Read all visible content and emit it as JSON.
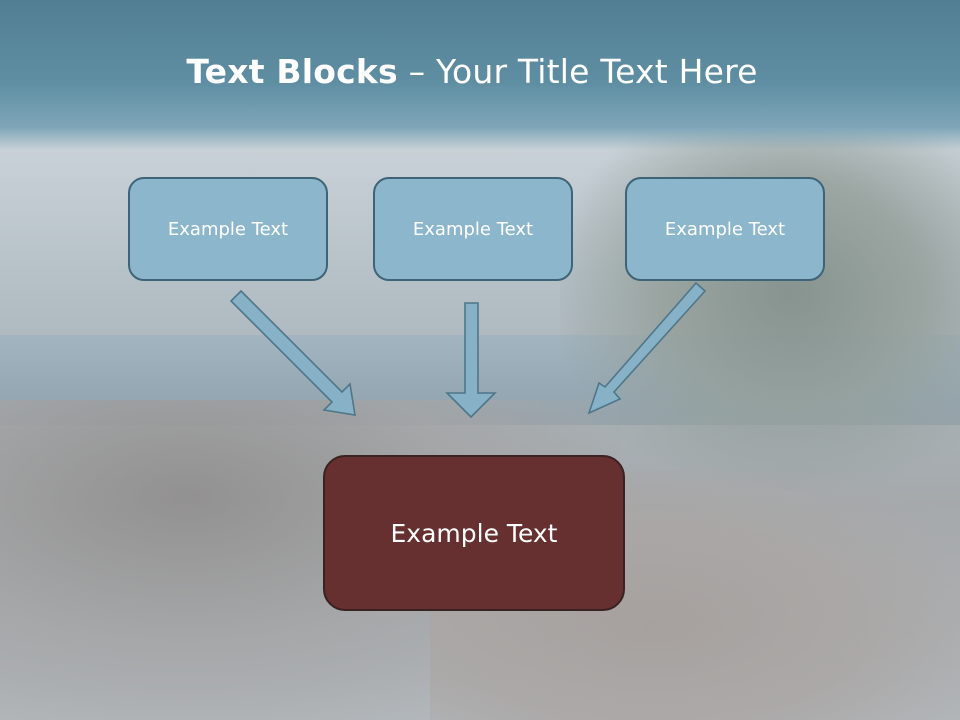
{
  "title": {
    "bold": "Text Blocks",
    "rest": " – Your Title Text Here"
  },
  "blocks": {
    "top": [
      "Example Text",
      "Example Text",
      "Example Text"
    ],
    "bottom": "Example Text"
  },
  "colors": {
    "top_box_fill": "#8bb6cb",
    "top_box_border": "#3f6477",
    "bottom_box_fill": "#662f30",
    "arrow_fill": "#86b1c6",
    "arrow_stroke": "#4f7689",
    "title_band": "#5f8ea3"
  }
}
